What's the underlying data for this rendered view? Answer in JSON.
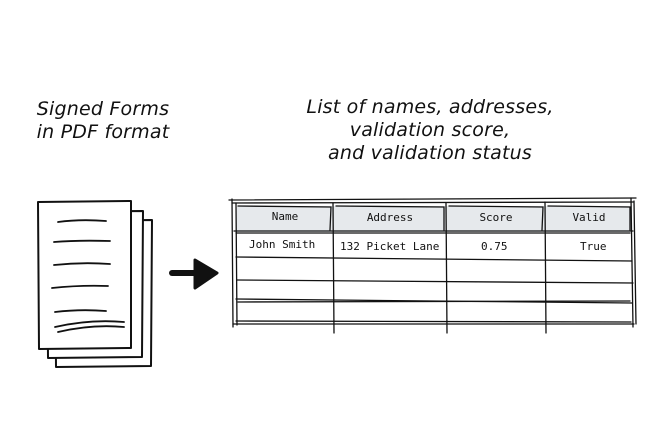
{
  "left_caption": {
    "line1": "Signed Forms",
    "line2": "in PDF format"
  },
  "right_caption": {
    "line1": "List of names, addresses,",
    "line2": "validation score,",
    "line3": "and validation status"
  },
  "table": {
    "headers": [
      "Name",
      "Address",
      "Score",
      "Valid"
    ],
    "rows": [
      [
        "John Smith",
        "132 Picket Lane",
        "0.75",
        "True"
      ]
    ],
    "header_fill": "#e6e9ec"
  },
  "icons": {
    "documents": "document-stack-icon",
    "arrow": "right-arrow-icon"
  }
}
